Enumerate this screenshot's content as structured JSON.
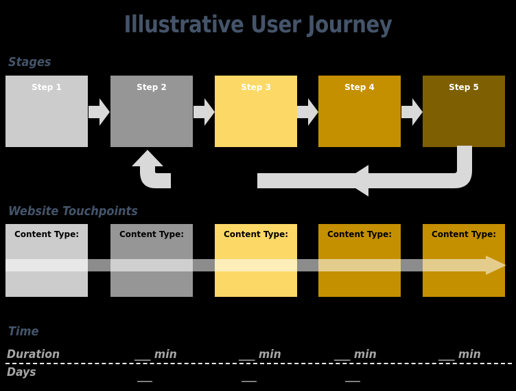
{
  "title": "Illustrative User Journey",
  "sections": {
    "stages_label": "Stages",
    "touchpoints_label": "Website Touchpoints",
    "time_label": "Time"
  },
  "colors": {
    "background": "#000000",
    "title": "#44546A",
    "section_heading": "#44546A",
    "arrow_gray": "#D9D9D9",
    "time_text": "#A6A6A6",
    "divider": "#F2F2F2",
    "step_1": "#CCCCCC",
    "step_2": "#969696",
    "step_3": "#FCD966",
    "step_4": "#C49000",
    "step_5": "#7E6003",
    "touchpoint_1": "#CCCCCC",
    "touchpoint_2": "#969696",
    "touchpoint_3": "#FCD966",
    "touchpoint_4": "#C49000",
    "touchpoint_5": "#C49000"
  },
  "stages": [
    {
      "label": "Step 1",
      "color": "#CCCCCC"
    },
    {
      "label": "Step 2",
      "color": "#969696"
    },
    {
      "label": "Step 3",
      "color": "#FCD966"
    },
    {
      "label": "Step 4",
      "color": "#C49000"
    },
    {
      "label": "Step 5",
      "color": "#7E6003"
    }
  ],
  "touchpoints": [
    {
      "label": "Content Type:",
      "color": "#CCCCCC"
    },
    {
      "label": "Content Type:",
      "color": "#969696"
    },
    {
      "label": "Content Type:",
      "color": "#FCD966"
    },
    {
      "label": "Content Type:",
      "color": "#C49000"
    },
    {
      "label": "Content Type:",
      "color": "#C49000"
    }
  ],
  "time": {
    "duration_label": "Duration",
    "days_label": "Days",
    "duration_marks": [
      "___ min",
      "___ min",
      "___ min",
      "___ min"
    ],
    "day_marks": [
      "___",
      "___",
      "___"
    ]
  }
}
